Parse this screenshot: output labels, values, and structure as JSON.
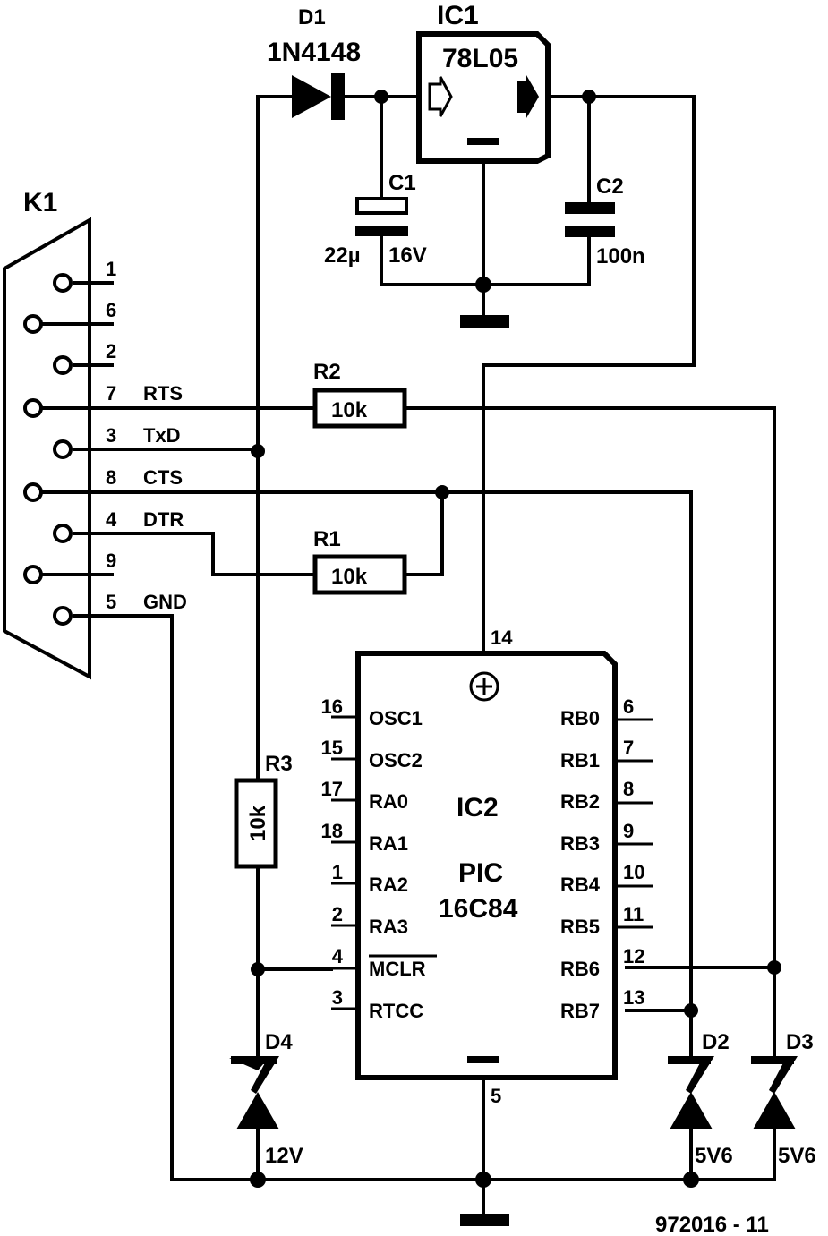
{
  "connector": {
    "ref": "K1",
    "pins": [
      "1",
      "6",
      "2",
      "7",
      "3",
      "8",
      "4",
      "9",
      "5"
    ]
  },
  "signals": {
    "rts": "RTS",
    "txd": "TxD",
    "cts": "CTS",
    "dtr": "DTR",
    "gnd": "GND"
  },
  "diode_d1": {
    "ref": "D1",
    "part": "1N4148"
  },
  "regulator": {
    "ref": "IC1",
    "part": "78L05"
  },
  "cap_c1": {
    "ref": "C1",
    "value": "22µ",
    "voltage": "16V"
  },
  "cap_c2": {
    "ref": "C2",
    "value": "100n"
  },
  "res_r1": {
    "ref": "R1",
    "value": "10k"
  },
  "res_r2": {
    "ref": "R2",
    "value": "10k"
  },
  "res_r3": {
    "ref": "R3",
    "value": "10k"
  },
  "mcu": {
    "ref": "IC2",
    "line1": "PIC",
    "line2": "16C84",
    "vdd_pin": "14",
    "gnd_pin": "5",
    "left_pins": [
      {
        "num": "16",
        "name": "OSC1"
      },
      {
        "num": "15",
        "name": "OSC2"
      },
      {
        "num": "17",
        "name": "RA0"
      },
      {
        "num": "18",
        "name": "RA1"
      },
      {
        "num": "1",
        "name": "RA2"
      },
      {
        "num": "2",
        "name": "RA3"
      },
      {
        "num": "4",
        "name": "MCLR"
      },
      {
        "num": "3",
        "name": "RTCC"
      }
    ],
    "right_pins": [
      {
        "num": "6",
        "name": "RB0"
      },
      {
        "num": "7",
        "name": "RB1"
      },
      {
        "num": "8",
        "name": "RB2"
      },
      {
        "num": "9",
        "name": "RB3"
      },
      {
        "num": "10",
        "name": "RB4"
      },
      {
        "num": "11",
        "name": "RB5"
      },
      {
        "num": "12",
        "name": "RB6"
      },
      {
        "num": "13",
        "name": "RB7"
      }
    ]
  },
  "zener_d4": {
    "ref": "D4",
    "value": "12V"
  },
  "zener_d2": {
    "ref": "D2",
    "value": "5V6"
  },
  "zener_d3": {
    "ref": "D3",
    "value": "5V6"
  },
  "drawing_number": "972016 - 11"
}
